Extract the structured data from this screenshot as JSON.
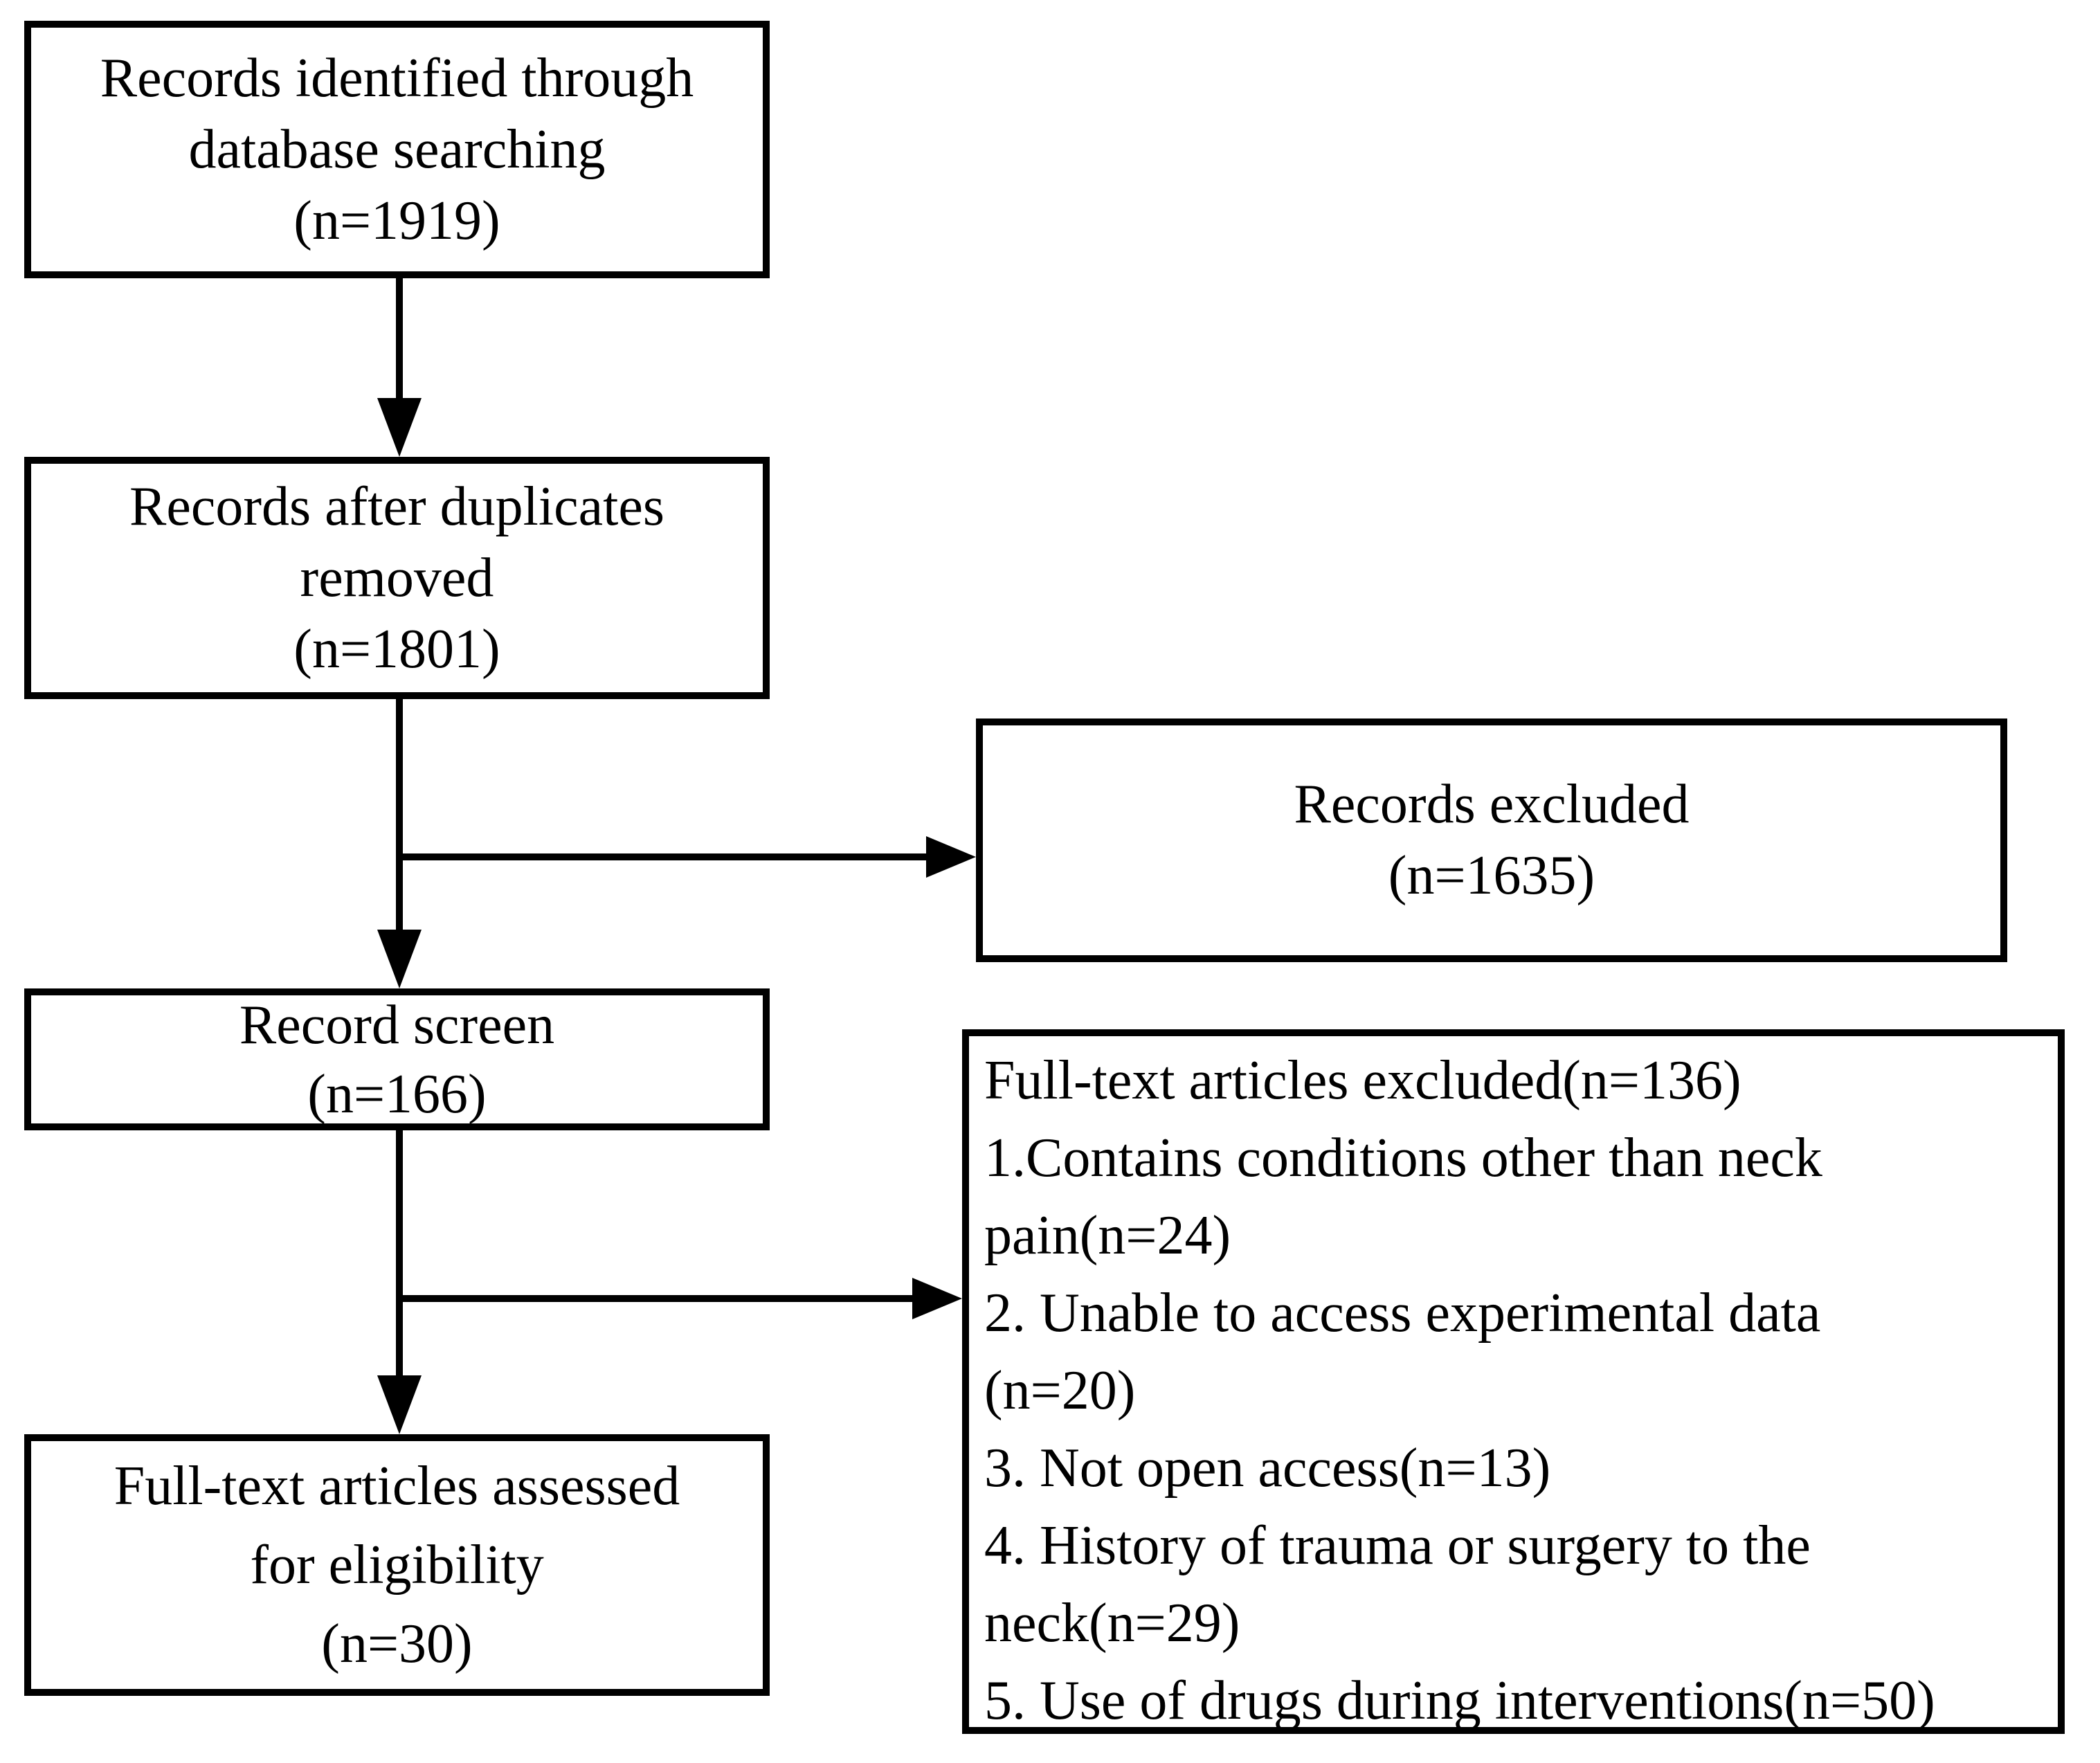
{
  "colors": {
    "box_border": "#000000",
    "box_fill": "#ffffff",
    "text": "#000000",
    "arrow": "#000000",
    "page_background": "#ffffff"
  },
  "flow": {
    "records_identified": {
      "lines": [
        "Records identified through",
        "database searching",
        "(n=1919)"
      ]
    },
    "duplicates_removed": {
      "lines": [
        "Records after duplicates",
        "removed",
        "(n=1801)"
      ]
    },
    "records_excluded": {
      "lines": [
        "Records excluded",
        "(n=1635)"
      ]
    },
    "record_screen": {
      "lines": [
        "Record screen",
        "(n=166)"
      ]
    },
    "fulltext_assessed": {
      "lines": [
        "Full-text articles assessed",
        "for eligibility",
        "(n=30)"
      ]
    },
    "fulltext_excluded": {
      "lines": [
        "Full-text articles excluded(n=136)",
        "1.Contains conditions other than neck",
        "pain(n=24)",
        "2. Unable to access experimental data",
        "(n=20)",
        "3. Not open access(n=13)",
        "4. History of trauma or surgery to the",
        "neck(n=29)",
        "5. Use of drugs during interventions(n=50)"
      ]
    }
  }
}
